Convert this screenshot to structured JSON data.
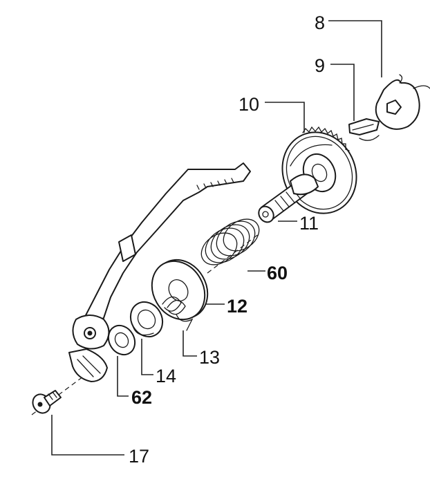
{
  "diagram": {
    "parts": [
      {
        "id": "p8",
        "label": "8"
      },
      {
        "id": "p9",
        "label": "9"
      },
      {
        "id": "p10",
        "label": "10"
      },
      {
        "id": "p11",
        "label": "11"
      },
      {
        "id": "p60",
        "label": "60"
      },
      {
        "id": "p12",
        "label": "12"
      },
      {
        "id": "p13",
        "label": "13"
      },
      {
        "id": "p14",
        "label": "14"
      },
      {
        "id": "p62",
        "label": "62"
      },
      {
        "id": "p17",
        "label": "17"
      }
    ]
  }
}
